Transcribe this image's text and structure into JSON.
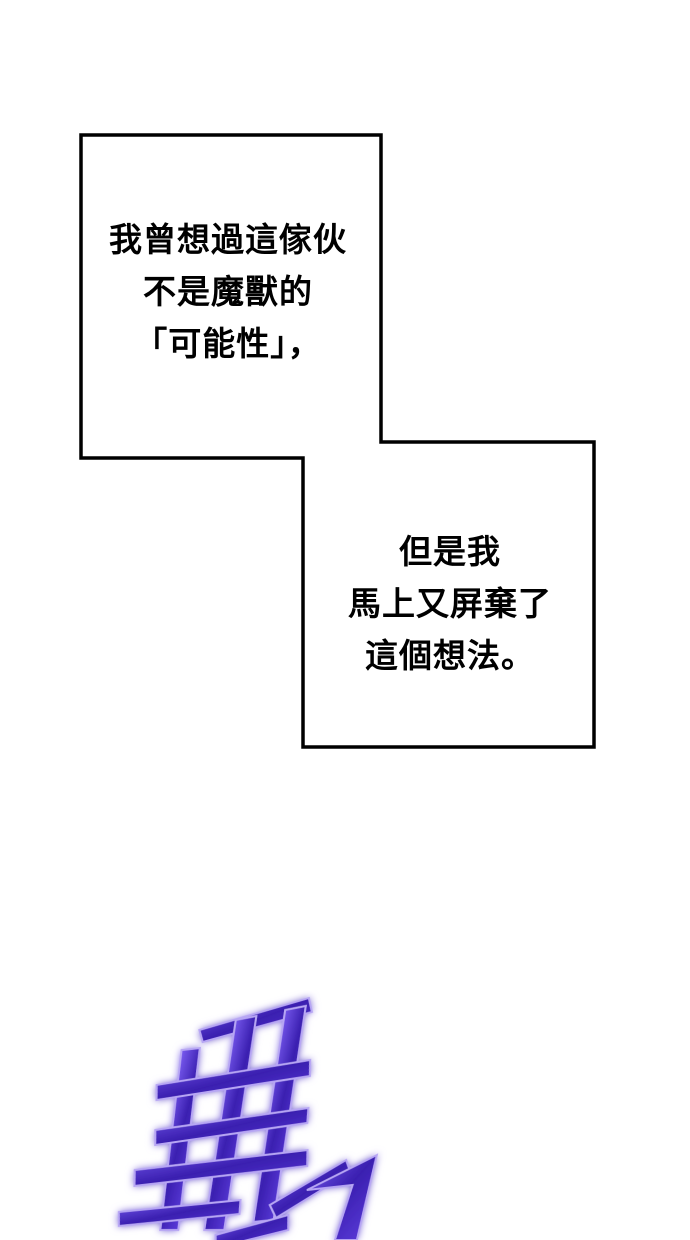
{
  "captions": [
    {
      "lines": [
        "我曾想過這傢伙",
        "不是魔獸的",
        "「可能性」，"
      ]
    },
    {
      "lines": [
        "但是我",
        "馬上又屏棄了",
        "這個想法。"
      ]
    }
  ],
  "sound_effect": {
    "text": "轟隆",
    "colors": {
      "main": "#3a1fb0",
      "highlight": "#7a5cf0",
      "glow": "#b7a6f4"
    }
  },
  "colors": {
    "background": "#ffffff",
    "border": "#000000",
    "text": "#000000"
  }
}
